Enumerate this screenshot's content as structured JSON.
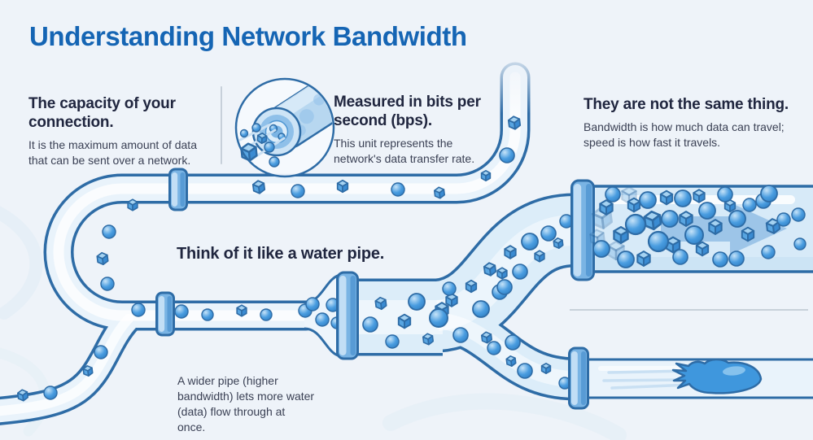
{
  "page": {
    "title": "Understanding Network Bandwidth"
  },
  "sections": {
    "capacity": {
      "heading": "The capacity of your connection.",
      "body": "It is the maximum amount of data that can be sent over a network."
    },
    "measured": {
      "heading": "Measured in bits per second (bps).",
      "body": "This unit represents the network's data transfer rate."
    },
    "difference": {
      "heading": "They are not the same thing.",
      "body": "Bandwidth is how much data can travel; speed is how fast it travels."
    },
    "analogy": {
      "heading": "Think of it like a water pipe."
    },
    "wider_pipe": {
      "caption": "A wider pipe (higher bandwidth) lets more water (data) flow through at once."
    }
  },
  "icons": {
    "cross_section": "pipe-cross-section-icon",
    "flow_arrow": "flow-arrow-icon",
    "speed_comet": "water-comet-icon"
  },
  "colors": {
    "background": "#eef3f9",
    "title_text": "#1565b4",
    "heading_text": "#20263f",
    "body_text": "#3a4054",
    "divider": "#c7d0da",
    "pipe_outline": "#2e6ca6",
    "pipe_fill": "#e9f3fb",
    "pipe_fill_wide": "#dcedf9",
    "pipe_fill_big": "#d7eaf8",
    "flange_fill": "#7ab4e4",
    "particle_blue": "#4a9de0",
    "cube_top": "#a5d2f1",
    "cube_left": "#58a5e1",
    "cube_right": "#3a8bd2",
    "arrow_fill": "#8fbce4",
    "comet_fill": "#3f97dd"
  }
}
